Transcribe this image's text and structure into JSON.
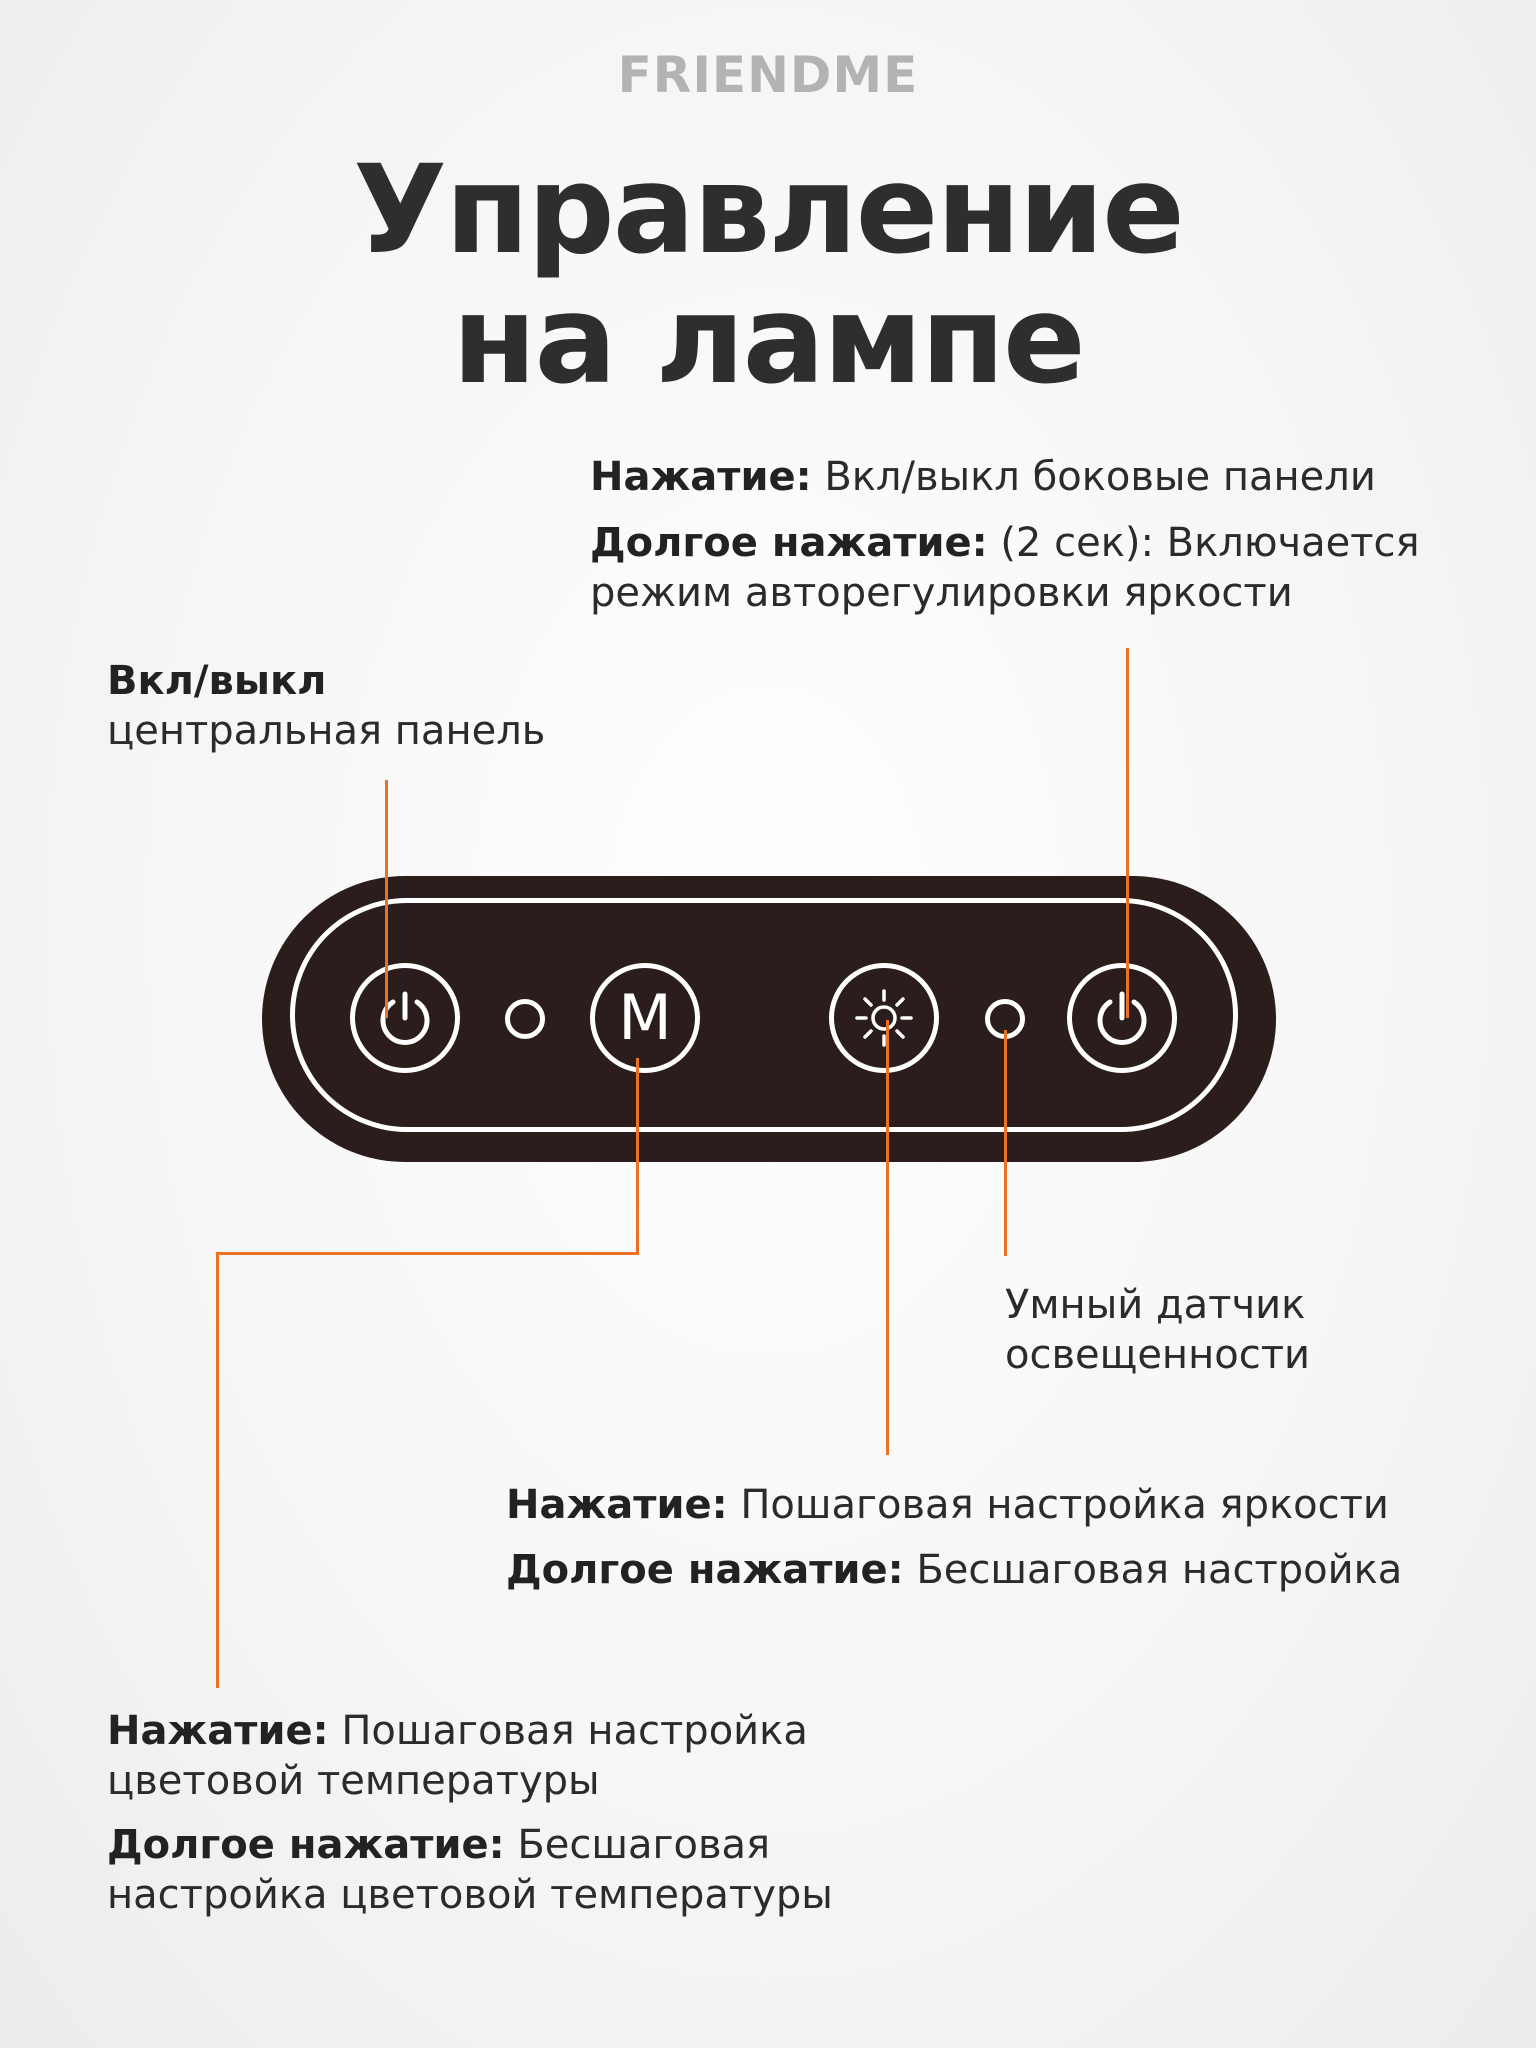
{
  "brand": "FRIENDME",
  "title": {
    "line1": "Управление",
    "line2": "на лампе"
  },
  "side_panels": {
    "press_label": "Нажатие:",
    "press_text": " Вкл/выкл боковые панели",
    "long_label": "Долгое нажатие:",
    "long_text": " (2 сек): Включается",
    "long_text_2": "режим авторегулировки яркости"
  },
  "center_panel": {
    "label": "Вкл/выкл",
    "text": "центральная панель"
  },
  "sensor_label": {
    "line1": "Умный датчик",
    "line2": "освещенности"
  },
  "brightness": {
    "press_label": "Нажатие:",
    "press_text": " Пошаговая настройка яркости",
    "long_label": "Долгое нажатие:",
    "long_text": " Бесшаговая настройка"
  },
  "color_temp": {
    "press_label": "Нажатие:",
    "press_text": " Пошаговая настройка",
    "press_text_2": "цветовой температуры",
    "long_label": "Долгое нажатие:",
    "long_text": " Бесшаговая",
    "long_text_2": "настройка цветовой температуры"
  },
  "panel_buttons": {
    "mode_letter": "M"
  },
  "icons": [
    "power-icon",
    "mode-icon",
    "brightness-sun-icon",
    "power-icon",
    "sensor-dot-icon"
  ],
  "colors": {
    "accent": "#ec7223",
    "panel": "#2a1d1b",
    "text": "#2b2b2b",
    "brand": "#b3b3b3"
  }
}
